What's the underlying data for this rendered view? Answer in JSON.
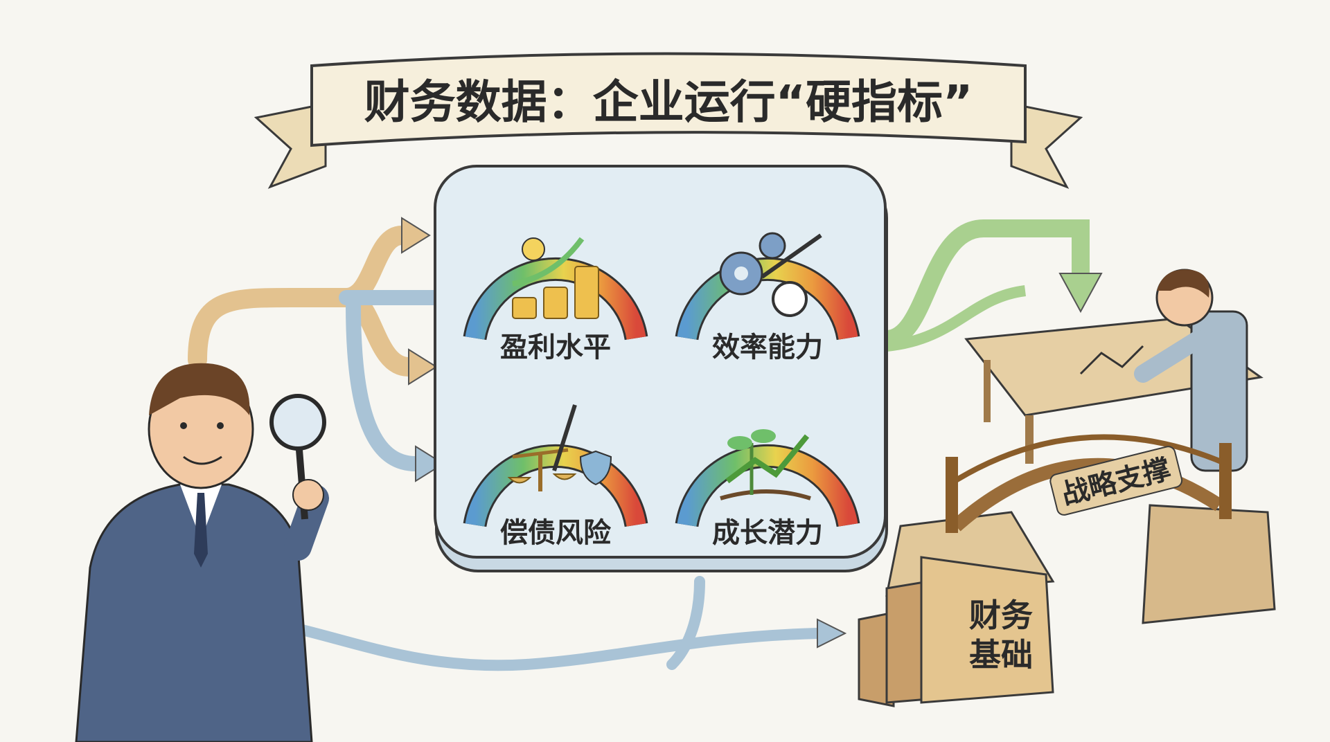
{
  "title": "财务数据：企业运行“硬指标”",
  "gauges": [
    {
      "label": "盈利水平",
      "icon": "coins-growth-icon"
    },
    {
      "label": "效率能力",
      "icon": "gears-stopwatch-icon"
    },
    {
      "label": "偿债风险",
      "icon": "scale-shield-icon"
    },
    {
      "label": "成长潜力",
      "icon": "sprout-growth-icon"
    }
  ],
  "bridge": {
    "label": "战略支撑"
  },
  "foundation": {
    "line1": "财务",
    "line2": "基础"
  },
  "colors": {
    "background": "#f7f6f1",
    "banner": "#f3ead3",
    "panel": "#dbe8f0",
    "orange_arrow": "#e3c28f",
    "blue_arrow": "#a9c3d6",
    "green_arrow": "#a9d08f",
    "suit": "#4f6487"
  }
}
